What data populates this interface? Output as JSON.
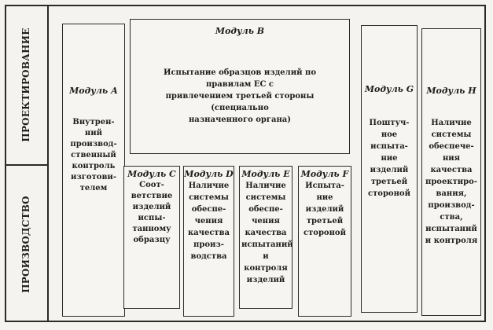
{
  "sections": {
    "design": "ПРОЕКТИРОВАНИЕ",
    "production": "ПРОИЗВОДСТВО"
  },
  "modules": {
    "a": {
      "title": "Модуль А",
      "lines": [
        "Внутрен-",
        "ний",
        "производ-",
        "ственный",
        "контроль",
        "изготови-",
        "телем"
      ]
    },
    "b": {
      "title": "Модуль В",
      "lines": [
        "Испытание образцов изделий по правилам ЕС с",
        "привлечением третьей стороны (специально",
        "назначенного органа)"
      ]
    },
    "c": {
      "title": "Модуль С",
      "lines": [
        "Соот-",
        "ветствие",
        "изделий",
        "испы-",
        "танному",
        "образцу"
      ]
    },
    "d": {
      "title": "Модуль D",
      "lines": [
        "Наличие",
        "системы",
        "обеспе-",
        "чения",
        "качества",
        "произ-",
        "водства"
      ]
    },
    "e": {
      "title": "Модуль Е",
      "lines": [
        "Наличие",
        "системы",
        "обеспе-",
        "чения",
        "качества",
        "испытаний",
        "и контроля",
        "изделий"
      ]
    },
    "f": {
      "title": "Модуль F",
      "lines": [
        "Испыта-",
        "ние",
        "изделий",
        "третьей",
        "стороной"
      ]
    },
    "g": {
      "title": "Модуль G",
      "lines": [
        "Поштуч-",
        "ное испыта-",
        "ние",
        "изделий",
        "третьей",
        "стороной"
      ]
    },
    "h": {
      "title": "Модуль Н",
      "lines": [
        "Наличие",
        "системы",
        "обеспече-",
        "ния качества",
        "проектиро-",
        "вания,",
        "производ-",
        "ства,",
        "испытаний",
        "и контроля"
      ]
    }
  }
}
